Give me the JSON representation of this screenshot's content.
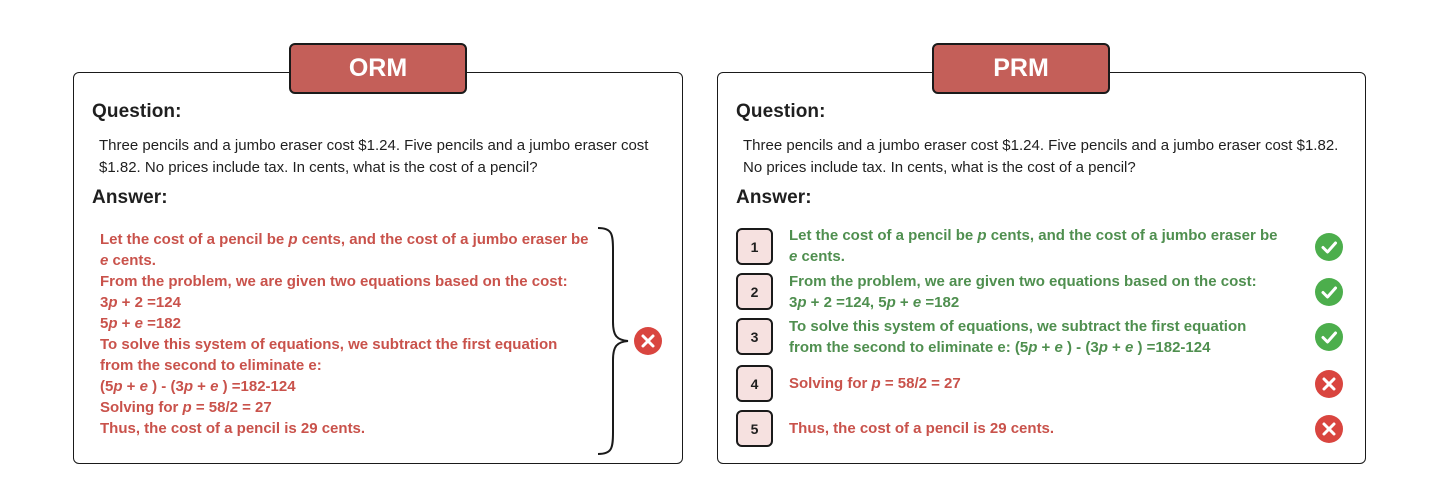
{
  "orm": {
    "title": "ORM",
    "question_heading": "Question:",
    "question_line1": "Three pencils and a jumbo eraser cost $1.24.  Five pencils and a jumbo eraser cost",
    "question_line2": "$1.82. No prices include tax. In cents, what is the cost of a pencil?",
    "answer_heading": "Answer:",
    "verdict": "incorrect",
    "answer_lines": {
      "l1a": "Let the cost of a pencil be ",
      "l1b": "p",
      "l1c": " cents, and the cost of a jumbo eraser be",
      "l2a": "e",
      "l2b": " cents.",
      "l3": "From the problem, we are given two equations based on the cost:",
      "l4a": "3",
      "l4b": "p",
      "l4c": " + 2 =124",
      "l5a": "5",
      "l5b": "p",
      "l5c": " + ",
      "l5d": "e",
      "l5e": " =182",
      "l6": "To solve this system of equations, we subtract the first equation",
      "l7": "from the second to eliminate e:",
      "l8a": "(5",
      "l8b": "p",
      "l8c": " + ",
      "l8d": "e",
      "l8e": " ) - (3",
      "l8f": "p",
      "l8g": " + ",
      "l8h": "e",
      "l8i": " ) =182-124",
      "l9a": "Solving for ",
      "l9b": "p",
      "l9c": " = 58/2 = 27",
      "l10": "Thus, the cost of a pencil is 29 cents."
    }
  },
  "prm": {
    "title": "PRM",
    "question_heading": "Question:",
    "question_line1": "Three pencils and a jumbo eraser cost $1.24.  Five pencils and a jumbo eraser cost $1.82.",
    "question_line2": "No prices include tax. In cents, what is the cost of a pencil?",
    "answer_heading": "Answer:",
    "steps": [
      {
        "num": "1",
        "status": "correct",
        "a": "Let the cost of a pencil be ",
        "b": "p",
        "c": " cents, and the cost of a jumbo eraser be",
        "d": "e",
        "e": " cents."
      },
      {
        "num": "2",
        "status": "correct",
        "a": "From the problem, we are given two equations based on the cost:",
        "b": "3",
        "c": "p",
        "d": " + 2 =124, 5",
        "e": "p",
        "f": " + ",
        "g": "e",
        "h": " =182"
      },
      {
        "num": "3",
        "status": "correct",
        "a": "To solve this system of equations, we subtract the first equation",
        "b": "from the second to eliminate e: (5",
        "c": "p",
        "d": " + ",
        "e": "e",
        "f": " ) - (3",
        "g": "p",
        "h": " + ",
        "i": "e",
        "j": " ) =182-124"
      },
      {
        "num": "4",
        "status": "incorrect",
        "a": "Solving for ",
        "b": "p",
        "c": " = 58/2 = 27"
      },
      {
        "num": "5",
        "status": "incorrect",
        "a": "Thus, the cost of a pencil is 29 cents."
      }
    ]
  },
  "colors": {
    "banner": "#c45f59",
    "incorrect_text": "#c9524b",
    "correct_text": "#4f8f4f",
    "check_icon": "#4cae4c",
    "cross_icon": "#d9453f",
    "step_box": "#f6e1e0"
  }
}
